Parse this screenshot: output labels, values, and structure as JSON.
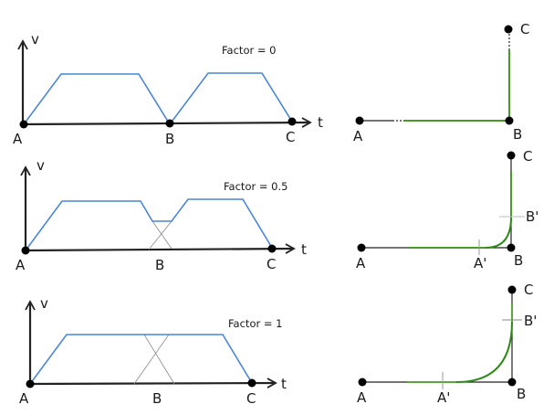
{
  "colors": {
    "velocity": "#4a86d4",
    "path": "#3f8f1f",
    "axis": "#222222",
    "ghost": "#8a8a8a",
    "point": "#000000"
  },
  "labels": {
    "v": "v",
    "t": "t",
    "A": "A",
    "B": "B",
    "C": "C",
    "A_prime": "A'",
    "B_prime": "B'"
  },
  "panels": [
    {
      "factor_label": "Factor = 0",
      "factor": 0,
      "velocity_profile": "two separate trapezoids; velocity drops to zero at B",
      "path": "sharp corner at B"
    },
    {
      "factor_label": "Factor = 0.5",
      "factor": 0.5,
      "velocity_profile": "trapezoids overlap near B; velocity dips but does not reach zero",
      "path": "small blend arc between A' and B'"
    },
    {
      "factor_label": "Factor = 1",
      "factor": 1,
      "velocity_profile": "trapezoids fully blended; constant velocity through B",
      "path": "large blend arc between A' and B'"
    }
  ]
}
